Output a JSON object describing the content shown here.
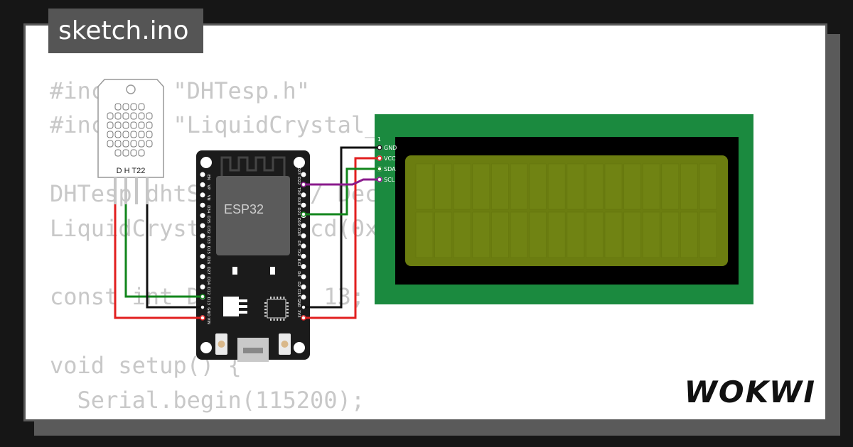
{
  "title": "sketch.ino",
  "brand": "WOKWI",
  "code_lines": [
    "#include \"DHTesp.h\"",
    "#include \"LiquidCrystal_I2C.h\"",
    "",
    "DHTesp dhtSensor; // Declare DHT sensor object for",
    "LiquidCrystal_I2C lcd(0x27, 16, 2); // LCD displ",
    "",
    "const int DHT_PIN = 13;",
    "",
    "void setup() {",
    "  Serial.begin(115200);"
  ],
  "dht": {
    "label": "D H T22"
  },
  "esp32": {
    "label": "ESP32",
    "left_pins": [
      "EN",
      "VP",
      "VN",
      "D34",
      "D35",
      "D32",
      "D33",
      "D25",
      "D26",
      "D27",
      "D14",
      "D12",
      "D13",
      "GND",
      "VIN"
    ],
    "right_pins": [
      "D23",
      "D22",
      "TX0",
      "RX0",
      "D21",
      "D19",
      "D18",
      "D5",
      "TX2",
      "RX2",
      "D4",
      "D2",
      "D15",
      "GND",
      "3V3"
    ]
  },
  "lcd": {
    "pins": [
      "GND",
      "VCC",
      "SDA",
      "SCL"
    ],
    "pin1_label": "1"
  },
  "colors": {
    "board": "#1b1b1b",
    "lcd_pcb": "#1b8a3f",
    "lcd_screen": "#6b7d10",
    "wire_red": "#e21f1f",
    "wire_green": "#12861c",
    "wire_black": "#111111",
    "wire_purple": "#8a1b8c"
  }
}
